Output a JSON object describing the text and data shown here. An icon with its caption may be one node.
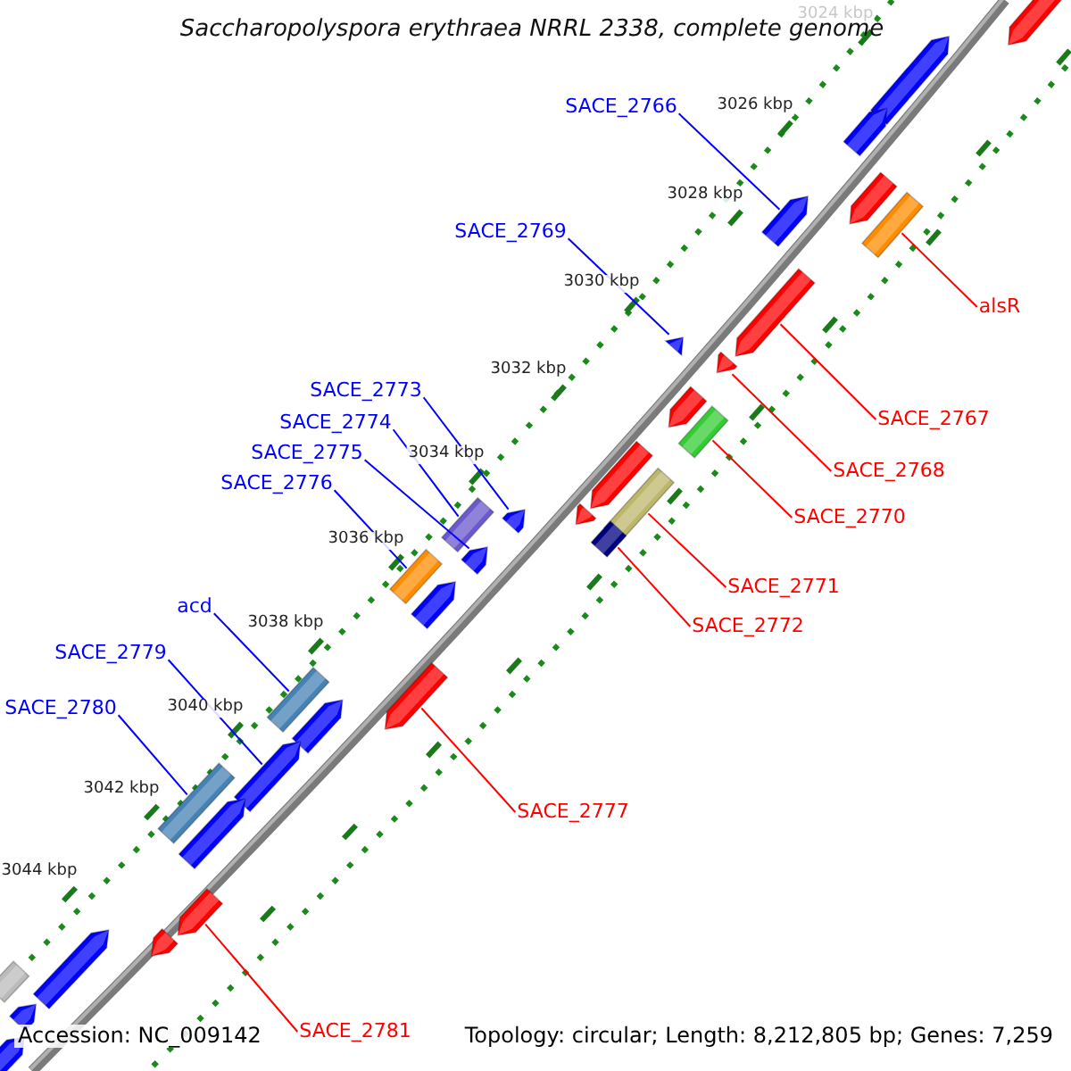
{
  "diagram": {
    "title": "Saccharopolyspora erythraea NRRL 2338, complete genome",
    "nodes": [
      {
        "text": [
          "SACE_2766"
        ]
      },
      {
        "text": [
          "SACE_2769"
        ]
      },
      {
        "text": [
          "alsR"
        ]
      },
      {
        "text": [
          "SACE_2773"
        ]
      },
      {
        "text": [
          "SACE_2767"
        ]
      },
      {
        "text": [
          "SACE_2774"
        ]
      },
      {
        "text": [
          "SACE_2775"
        ]
      },
      {
        "text": [
          "SACE_2768"
        ]
      },
      {
        "text": [
          "SACE_2776"
        ]
      },
      {
        "text": [
          "SACE_2770"
        ]
      },
      {
        "text": [
          "SACE_2771"
        ]
      },
      {
        "text": [
          "acd"
        ]
      },
      {
        "text": [
          "SACE_2772"
        ]
      },
      {
        "text": [
          "SACE_2779"
        ]
      },
      {
        "text": [
          "SACE_2780"
        ]
      },
      {
        "text": [
          "SACE_2777"
        ]
      },
      {
        "text": [
          "SACE_2781"
        ]
      },
      {
        "text": [],
        "shape": "arrow"
      },
      {
        "text": [],
        "shape": "arrow"
      },
      {
        "text": [],
        "shape": "arrow"
      },
      {
        "text": [],
        "shape": "arrow"
      },
      {
        "text": [],
        "shape": "box"
      },
      {
        "text": [],
        "shape": "arrow"
      },
      {
        "text": [],
        "shape": "arrow"
      },
      {
        "text": [],
        "shape": "arrow"
      },
      {
        "text": [],
        "shape": "arrow"
      },
      {
        "text": [],
        "shape": "arrow"
      },
      {
        "text": [],
        "shape": "box"
      },
      {
        "text": [],
        "shape": "arrow"
      },
      {
        "text": [],
        "shape": "box"
      },
      {
        "text": [],
        "shape": "arrow"
      },
      {
        "text": [],
        "shape": "arrow"
      },
      {
        "text": [],
        "shape": "box"
      },
      {
        "text": [],
        "shape": "box"
      },
      {
        "text": [],
        "shape": "arrow"
      },
      {
        "text": [],
        "shape": "box"
      },
      {
        "text": [],
        "shape": "arrow"
      },
      {
        "text": [],
        "shape": "arrow"
      },
      {
        "text": [],
        "shape": "box"
      },
      {
        "text": [],
        "shape": "arrow"
      },
      {
        "text": [],
        "shape": "arrow"
      },
      {
        "text": [],
        "shape": "box"
      },
      {
        "text": [],
        "shape": "arrow"
      },
      {
        "text": [],
        "shape": "arrow"
      },
      {
        "text": [],
        "shape": "arrow"
      },
      {
        "text": [],
        "shape": "arrow"
      },
      {
        "text": [],
        "shape": "box"
      },
      {
        "text": [],
        "shape": "arrow"
      },
      {
        "text": [],
        "shape": "arrow"
      }
    ],
    "edges": [
      {
        "from": 0,
        "to": 22,
        "arrow": "none"
      },
      {
        "from": 1,
        "to": 25,
        "arrow": "none"
      },
      {
        "from": 2,
        "to": 21,
        "arrow": "none",
        "color": "#ff0000"
      },
      {
        "from": 3,
        "to": 30,
        "arrow": "none"
      },
      {
        "from": 4,
        "to": 23,
        "arrow": "none",
        "color": "#ff0000"
      },
      {
        "from": 5,
        "to": 33,
        "arrow": "none"
      },
      {
        "from": 6,
        "to": 34,
        "arrow": "none"
      },
      {
        "from": 7,
        "to": 24,
        "arrow": "none",
        "color": "#ff0000"
      },
      {
        "from": 8,
        "to": 35,
        "arrow": "none"
      },
      {
        "from": 9,
        "to": 27,
        "arrow": "none",
        "color": "#ff0000"
      },
      {
        "from": 10,
        "to": 29,
        "arrow": "none",
        "color": "#ff0000"
      },
      {
        "from": 11,
        "to": 38,
        "arrow": "none"
      },
      {
        "from": 12,
        "to": 32,
        "arrow": "none",
        "color": "#ff0000"
      },
      {
        "from": 13,
        "to": 40,
        "arrow": "none"
      },
      {
        "from": 14,
        "to": 41,
        "arrow": "none"
      },
      {
        "from": 15,
        "to": 37,
        "arrow": "none",
        "color": "#ff0000"
      },
      {
        "from": 16,
        "to": 43,
        "arrow": "none",
        "color": "#ff0000"
      }
    ],
    "labels": [
      "3024 kbp",
      "3026 kbp",
      "3028 kbp",
      "3030 kbp",
      "3032 kbp",
      "3034 kbp",
      "3036 kbp",
      "3038 kbp",
      "3040 kbp",
      "3042 kbp",
      "3044 kbp",
      "Accession: NC_009142",
      "Topology: circular; Length: 8,212,805 bp; Genes: 7,259"
    ]
  }
}
